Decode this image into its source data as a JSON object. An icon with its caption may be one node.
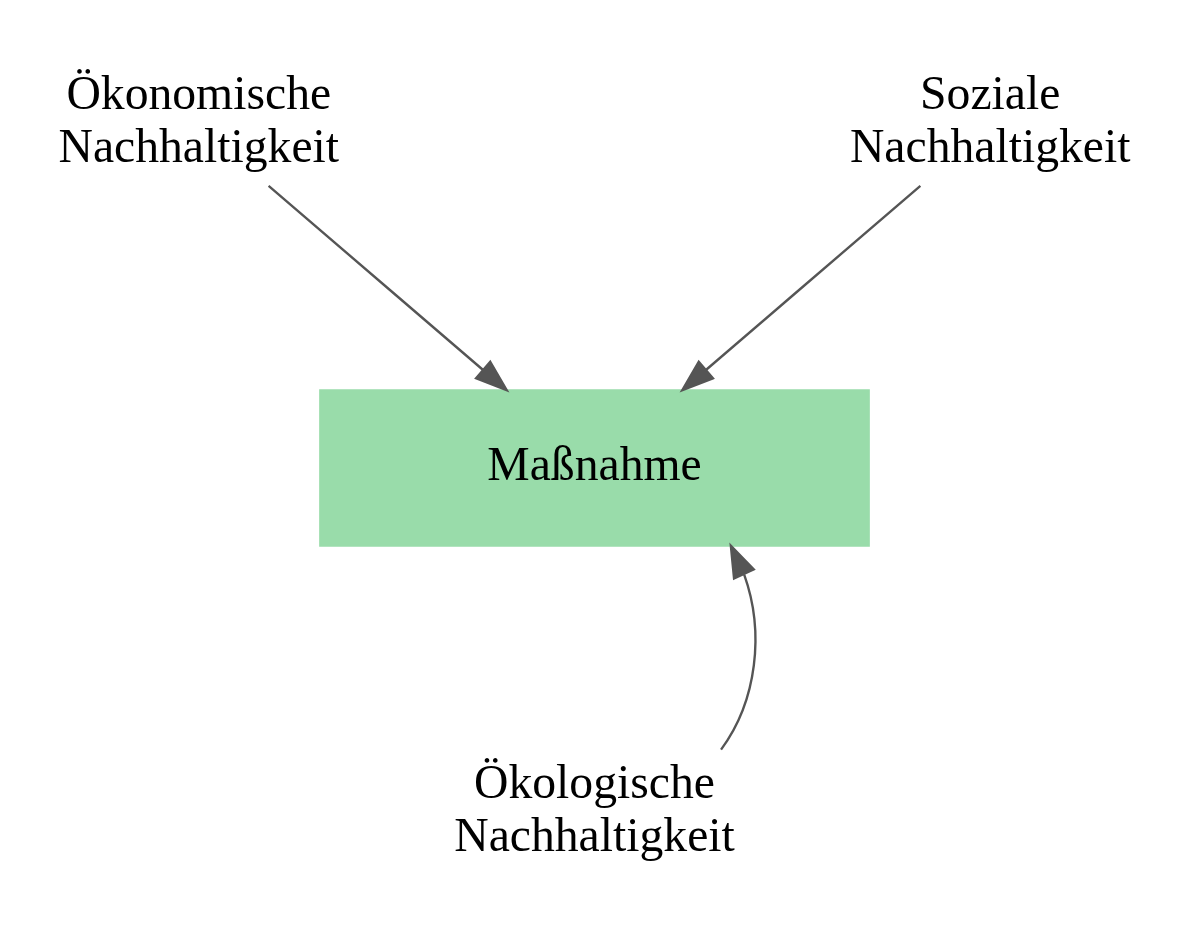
{
  "diagram": {
    "nodes": [
      {
        "text": [
          "Ökonomische Nachhaltigkeit"
        ]
      },
      {
        "text": [
          "Soziale Nachhaltigkeit"
        ]
      },
      {
        "text": [
          "Maßnahme"
        ]
      },
      {
        "text": [
          "Ökologische Nachhaltigkeit"
        ]
      }
    ],
    "edges": [
      {
        "from": 0,
        "to": 2,
        "arrow": "to"
      },
      {
        "from": 1,
        "to": 2,
        "arrow": "to"
      },
      {
        "from": 3,
        "to": 2,
        "arrow": "to"
      }
    ]
  }
}
